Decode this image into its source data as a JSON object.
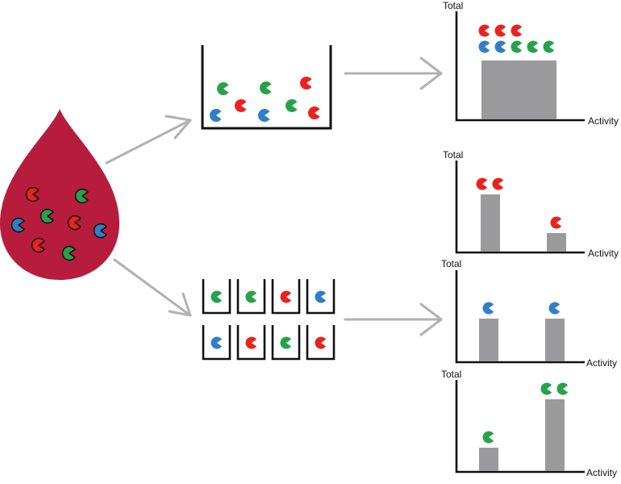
{
  "colors": {
    "blood": "#b81c3c",
    "red": "#e8231f",
    "green": "#27a24a",
    "blue": "#2f7fc6",
    "bar": "#9a999b",
    "arrow": "#b1b1b1",
    "ink": "#111111"
  },
  "icons": {
    "enzyme": "pacman-icon",
    "sample": "blood-drop-icon",
    "container": "beaker-icon",
    "flow": "arrow-icon"
  },
  "chart_data": [
    {
      "type": "bar",
      "ylabel": "Total",
      "xlabel": "Activity",
      "bars": [
        {
          "value": 4,
          "enzymes": [
            [
              "red",
              "red",
              "red"
            ],
            [
              "blue",
              "blue",
              "green",
              "green",
              "green"
            ]
          ]
        }
      ]
    },
    {
      "type": "bar",
      "ylabel": "Total",
      "xlabel": "Activity",
      "bars": [
        {
          "value": 3,
          "enzymes": [
            [
              "red",
              "red"
            ]
          ]
        },
        {
          "value": 1,
          "enzymes": [
            [
              "red"
            ]
          ]
        }
      ]
    },
    {
      "type": "bar",
      "ylabel": "Total",
      "xlabel": "Activity",
      "bars": [
        {
          "value": 2,
          "enzymes": [
            [
              "blue"
            ]
          ]
        },
        {
          "value": 2,
          "enzymes": [
            [
              "blue"
            ]
          ]
        }
      ]
    },
    {
      "type": "bar",
      "ylabel": "Total",
      "xlabel": "Activity",
      "bars": [
        {
          "value": 1,
          "enzymes": [
            [
              "green"
            ]
          ]
        },
        {
          "value": 3,
          "enzymes": [
            [
              "green",
              "green"
            ]
          ]
        }
      ]
    }
  ],
  "drop_enzymes": [
    "red",
    "green",
    "green",
    "red",
    "blue",
    "blue",
    "red",
    "green"
  ],
  "beaker_enzymes": [
    "green",
    "red",
    "green",
    "blue",
    "red",
    "green",
    "blue",
    "red"
  ],
  "wells_top": [
    "green",
    "green",
    "red",
    "blue"
  ],
  "wells_bottom": [
    "blue",
    "red",
    "green",
    "red"
  ]
}
